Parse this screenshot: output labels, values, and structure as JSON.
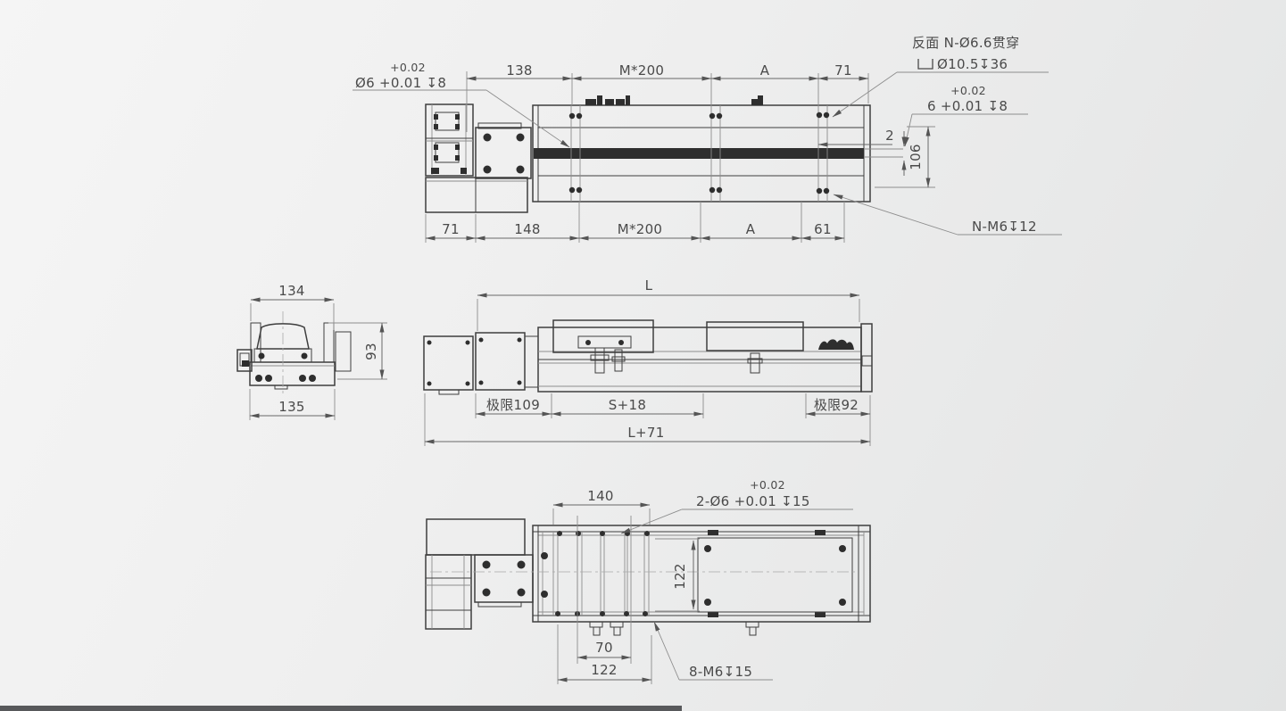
{
  "drawing": {
    "top_view": {
      "dim_138": "138",
      "dim_m200_top": "M*200",
      "dim_a_top": "A",
      "dim_71_top": "71",
      "dim_71_bottom": "71",
      "dim_148": "148",
      "dim_m200_bottom": "M*200",
      "dim_a_bottom": "A",
      "dim_61": "61",
      "hole_callout_left_tol": "+0.02",
      "hole_callout_left": "Ø6 +0.01 ↧8",
      "backside_callout_line1": "反面 N-Ø6.6贯穿",
      "backside_callout_line2": "Ø10.5↧36",
      "hole_callout_right_tol": "+0.02",
      "hole_callout_right": "6 +0.01 ↧8",
      "dim_2": "2",
      "dim_106": "106",
      "thread_callout": "N-M6↧12"
    },
    "section_view": {
      "dim_134": "134",
      "dim_93": "93",
      "dim_135": "135"
    },
    "side_view": {
      "dim_length": "L",
      "limit_left": "极限109",
      "dim_stroke": "S+18",
      "limit_right": "极限92",
      "dim_total": "L+71"
    },
    "bottom_view": {
      "dim_140": "140",
      "pin_callout_tol": "+0.02",
      "pin_callout": "2-Ø6 +0.01 ↧15",
      "dim_122_vertical": "122",
      "dim_70": "70",
      "dim_122_horizontal": "122",
      "thread_callout": "8-M6↧15"
    },
    "symbols": {
      "diameter": "Ø",
      "depth": "↧",
      "counterbore": "⌴"
    },
    "colors": {
      "outline": "#3e3e3e",
      "dim_line": "#686868",
      "dark_fill": "#2e2e2e",
      "text": "#4a4a4a",
      "background_light": "#f5f5f5",
      "background_dark": "#e2e3e3",
      "bottom_bar": "#58595b"
    }
  }
}
